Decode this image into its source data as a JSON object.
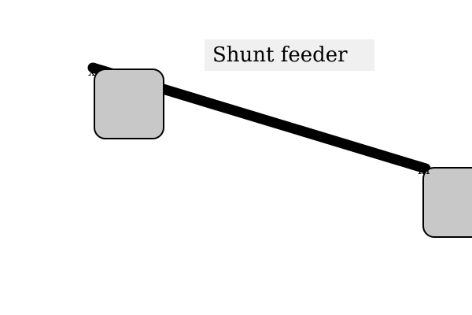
{
  "title": "Shunt feeder",
  "port_labels": {
    "left_block": "x",
    "right_block": "in"
  },
  "colors": {
    "background": "#ffffff",
    "title_background": "#f0f0f0",
    "block_fill": "#c8c8c8",
    "block_stroke": "#000000",
    "connector": "#000000",
    "text": "#000000"
  }
}
